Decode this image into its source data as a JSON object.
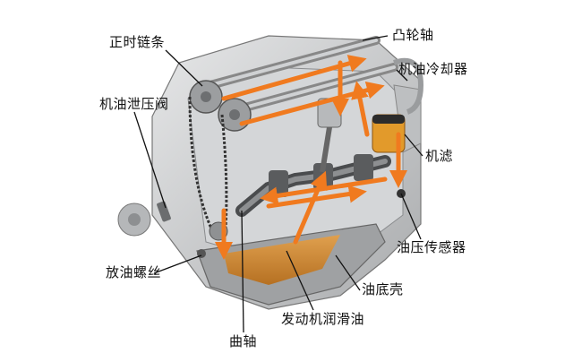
{
  "labels": {
    "timing_chain": "正时链条",
    "camshaft": "凸轮轴",
    "oil_cooler": "机油冷却器",
    "relief_valve": "机油泄压阀",
    "oil_filter": "机滤",
    "pressure_sensor": "油压传感器",
    "drain_plug": "放油螺丝",
    "oil_pan": "油底壳",
    "engine_oil": "发动机润滑油",
    "crankshaft": "曲轴"
  },
  "colors": {
    "oil_flow": "#f07a1f",
    "oil_pool": "#d98a2a",
    "engine_body": "#c8cacc",
    "outline": "#555555",
    "leader_line": "#111111"
  }
}
